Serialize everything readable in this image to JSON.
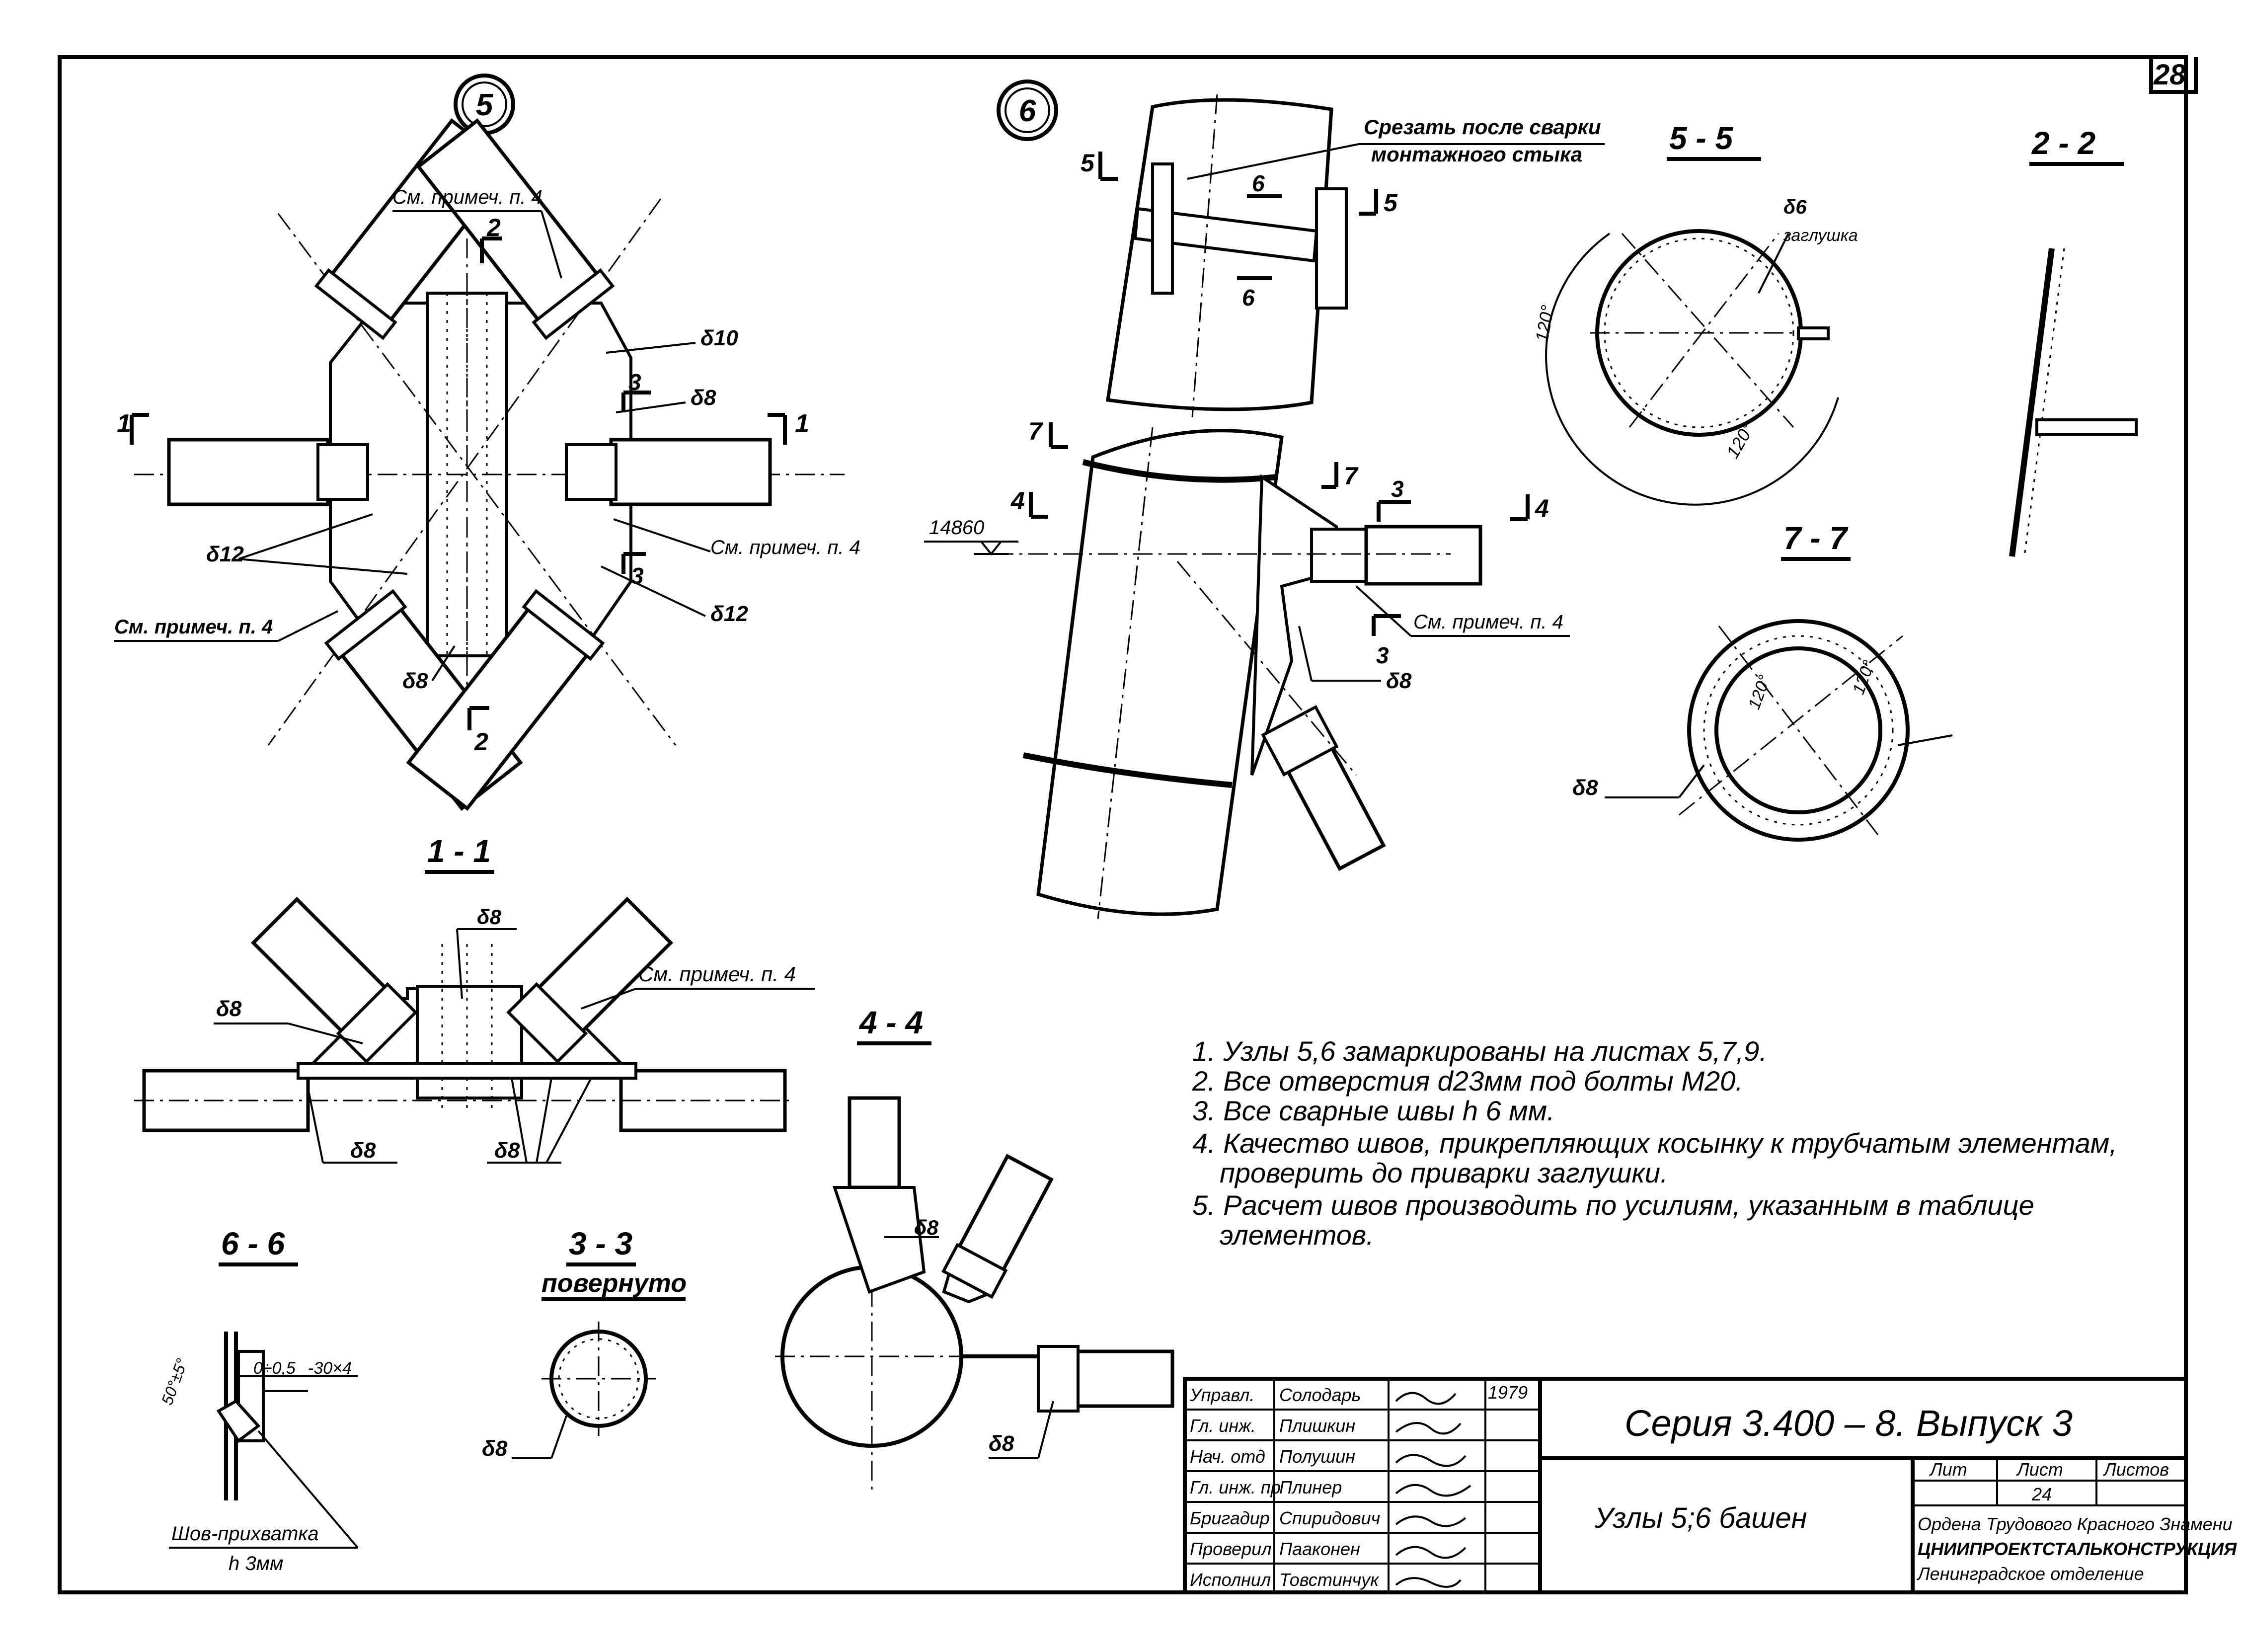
{
  "sheet": {
    "page_number": "28"
  },
  "views": {
    "node5": {
      "label": "5",
      "notes": [
        "См. примеч. п. 4",
        "См. примеч. п. 4",
        "См. примеч. п. 4"
      ],
      "thickness": [
        "δ10",
        "δ8",
        "δ12",
        "δ12",
        "δ8"
      ],
      "sections": [
        "1",
        "1",
        "2",
        "2",
        "3",
        "3"
      ]
    },
    "node6": {
      "label": "6",
      "cut_note_1": "Срезать после сварки",
      "cut_note_2": "монтажного стыка",
      "elevation": "14860",
      "note": "См. примеч. п. 4",
      "thickness": "δ8",
      "sections": [
        "5",
        "5",
        "6",
        "6",
        "7",
        "7",
        "4",
        "4",
        "3",
        "3"
      ]
    },
    "s55": {
      "title": "5 - 5",
      "plug_thk": "δ6",
      "plug_label": "заглушка",
      "angle1": "120°",
      "angle2": "120°"
    },
    "s22": {
      "title": "2 - 2"
    },
    "s77": {
      "title": "7 - 7",
      "angle1": "120°",
      "angle2": "120°",
      "thickness": "δ8"
    },
    "s11": {
      "title": "1 - 1",
      "note": "См. примеч. п. 4",
      "thickness": [
        "δ8",
        "δ8",
        "δ8",
        "δ8"
      ]
    },
    "s44": {
      "title": "4 - 4",
      "thickness": [
        "δ8",
        "δ8"
      ]
    },
    "s66": {
      "title": "6 - 6",
      "dim1": "50°±5°",
      "dim2": "0÷0,5",
      "dim3": "-30×4",
      "weld_label": "Шов-прихватка",
      "weld_size": "h 3мм"
    },
    "s33": {
      "title": "3 - 3",
      "subtitle": "повернуто",
      "thickness": "δ8"
    }
  },
  "notes": [
    "1. Узлы 5,6 замаркированы на листах 5,7,9.",
    "2. Все отверстия d23мм под болты М20.",
    "3. Все сварные швы h 6 мм.",
    "4. Качество швов, прикрепляющих косынку к трубчатым элементам,",
    "проверить до приварки заглушки.",
    "5. Расчет швов производить по усилиям, указанным в таблице",
    "элементов."
  ],
  "title_block": {
    "rows": [
      {
        "role": "Управл.",
        "name": "Солодарь"
      },
      {
        "role": "Гл. инж.",
        "name": "Плишкин"
      },
      {
        "role": "Нач. отд",
        "name": "Полушин"
      },
      {
        "role": "Гл. инж. пр",
        "name": "Плинер"
      },
      {
        "role": "Бригадир",
        "name": "Спиридович"
      },
      {
        "role": "Проверил",
        "name": "Пааконен"
      },
      {
        "role": "Исполнил",
        "name": "Товстинчук"
      }
    ],
    "year": "1979",
    "series": "Серия 3.400 – 8. Выпуск 3",
    "drawing_title": "Узлы 5;6 башен",
    "lit_header": "Лит",
    "sheet_header": "Лист",
    "sheets_header": "Листов",
    "sheet_no": "24",
    "org_line1": "Ордена Трудового Красного Знамени",
    "org_line2": "ЦНИИПРОЕКТСТАЛЬКОНСТРУКЦИЯ",
    "org_line3": "Ленинградское отделение"
  }
}
